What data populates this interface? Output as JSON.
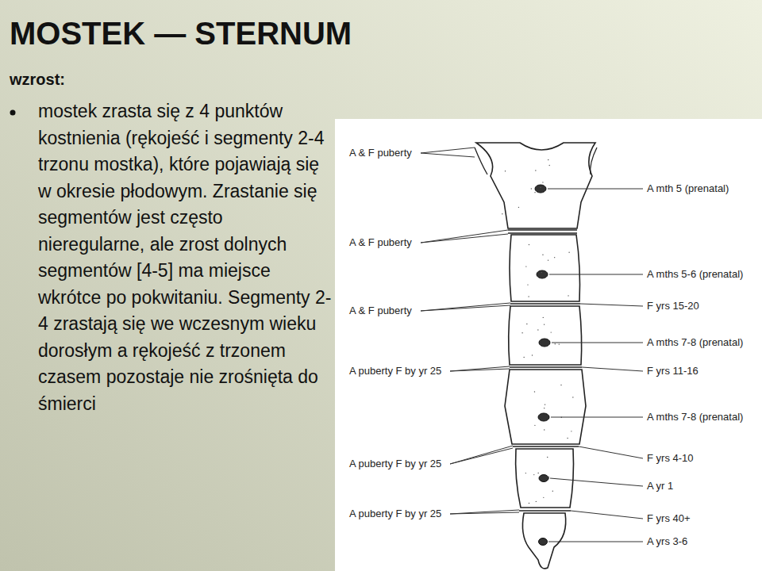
{
  "diagram": {
    "title": "MOSTEK — STERNUM",
    "labels": [
      "wzrost:",
      "mostek zrasta się z 4 punktów kostnienia (rękojeść i segmenty 2-4 trzonu mostka), które pojawiają się w okresie płodowym. Zrastanie się segmentów jest często nieregularne, ale zrost dolnych segmentów [4-5] ma miejsce wkrótce po pokwitaniu. Segmenty 2-4 zrastają się we wczesnym wieku dorosłym a rękojeść z trzonem czasem pozostaje nie zrośnięta do śmierci",
      "A & F puberty",
      "A & F puberty",
      "A & F puberty",
      "A puberty F by yr 25",
      "A puberty F by yr 25",
      "A puberty F by yr 25",
      "A mth 5 (prenatal)",
      "A mths 5-6 (prenatal)",
      "F yrs 15-20",
      "A mths 7-8 (prenatal)",
      "F yrs 11-16",
      "A mths 7-8 (prenatal)",
      "F yrs 4-10",
      "A yr 1",
      "F yrs 40+",
      "A yrs 3-6"
    ]
  }
}
